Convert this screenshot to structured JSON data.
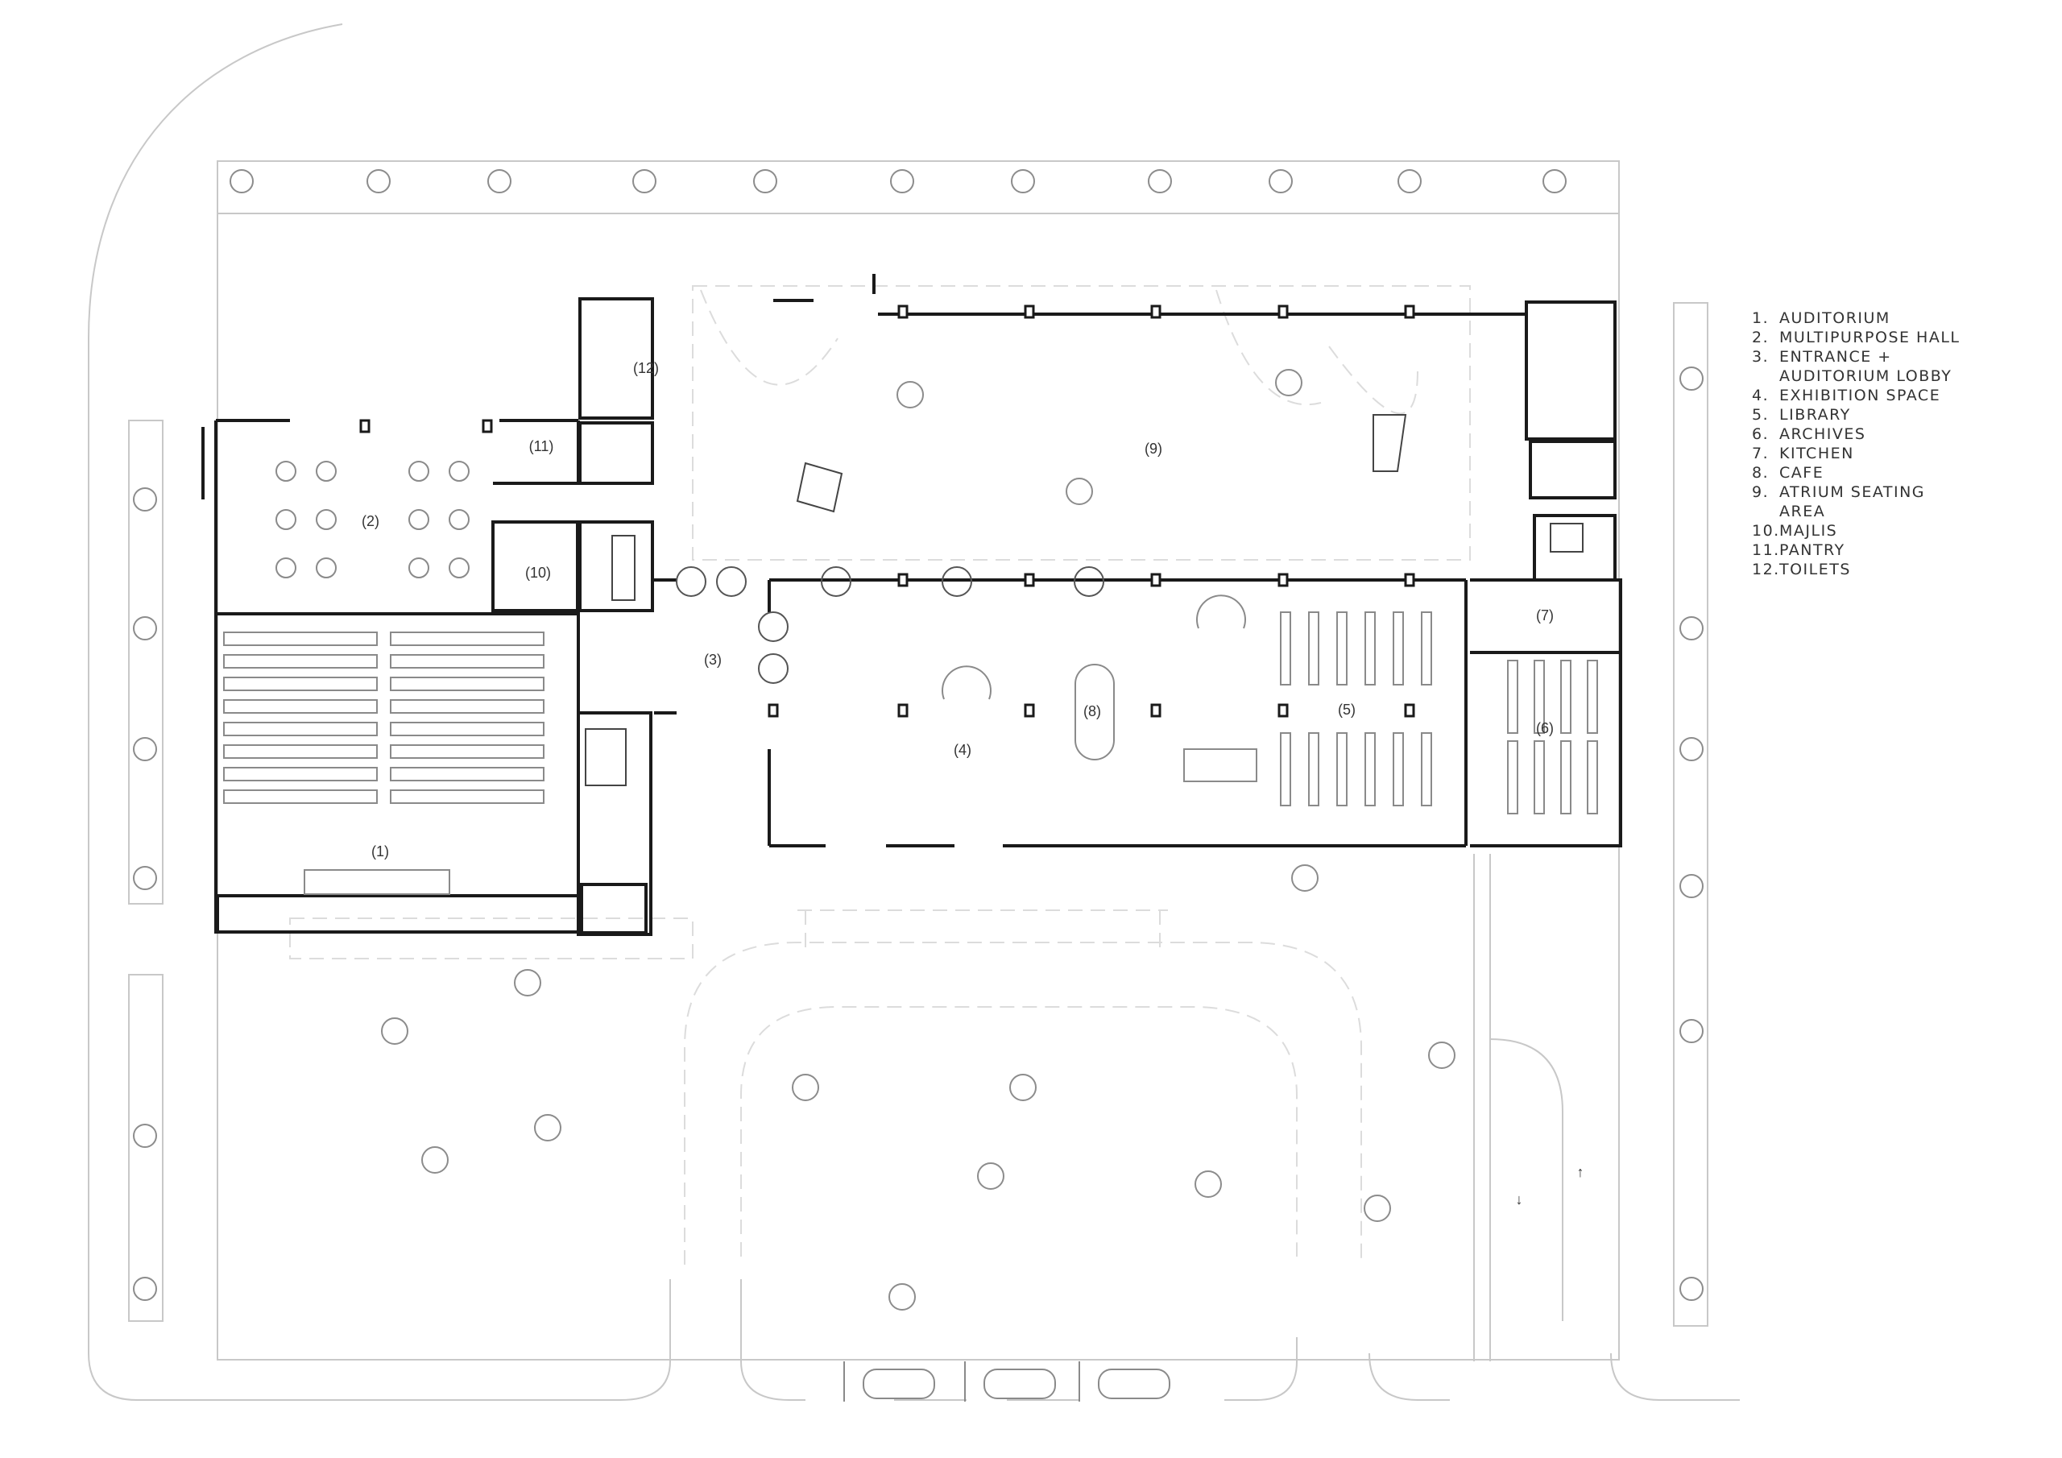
{
  "legend": [
    {
      "num": "1.",
      "label": "AUDITORIUM"
    },
    {
      "num": "2.",
      "label": "MULTIPURPOSE HALL"
    },
    {
      "num": "3.",
      "label": "ENTRANCE + AUDITORIUM LOBBY"
    },
    {
      "num": "4.",
      "label": "EXHIBITION SPACE"
    },
    {
      "num": "5.",
      "label": "LIBRARY"
    },
    {
      "num": "6.",
      "label": "ARCHIVES"
    },
    {
      "num": "7.",
      "label": "KITCHEN"
    },
    {
      "num": "8.",
      "label": "CAFE"
    },
    {
      "num": "9.",
      "label": "ATRIUM SEATING AREA"
    },
    {
      "num": "10.",
      "label": "MAJLIS"
    },
    {
      "num": "11.",
      "label": "PANTRY"
    },
    {
      "num": "12.",
      "label": "TOILETS"
    }
  ],
  "room_labels": {
    "r1": "(1)",
    "r2": "(2)",
    "r3": "(3)",
    "r4": "(4)",
    "r5": "(5)",
    "r6": "(6)",
    "r7": "(7)",
    "r8": "(8)",
    "r9": "(9)",
    "r10": "(10)",
    "r11": "(11)",
    "r12": "(12)"
  },
  "arrows": {
    "down": "↓",
    "up": "↑"
  },
  "colors": {
    "wall": "#1a1a1a",
    "light_line": "#c8c8c8",
    "fixture": "#9a9a9a",
    "text": "#333333"
  }
}
